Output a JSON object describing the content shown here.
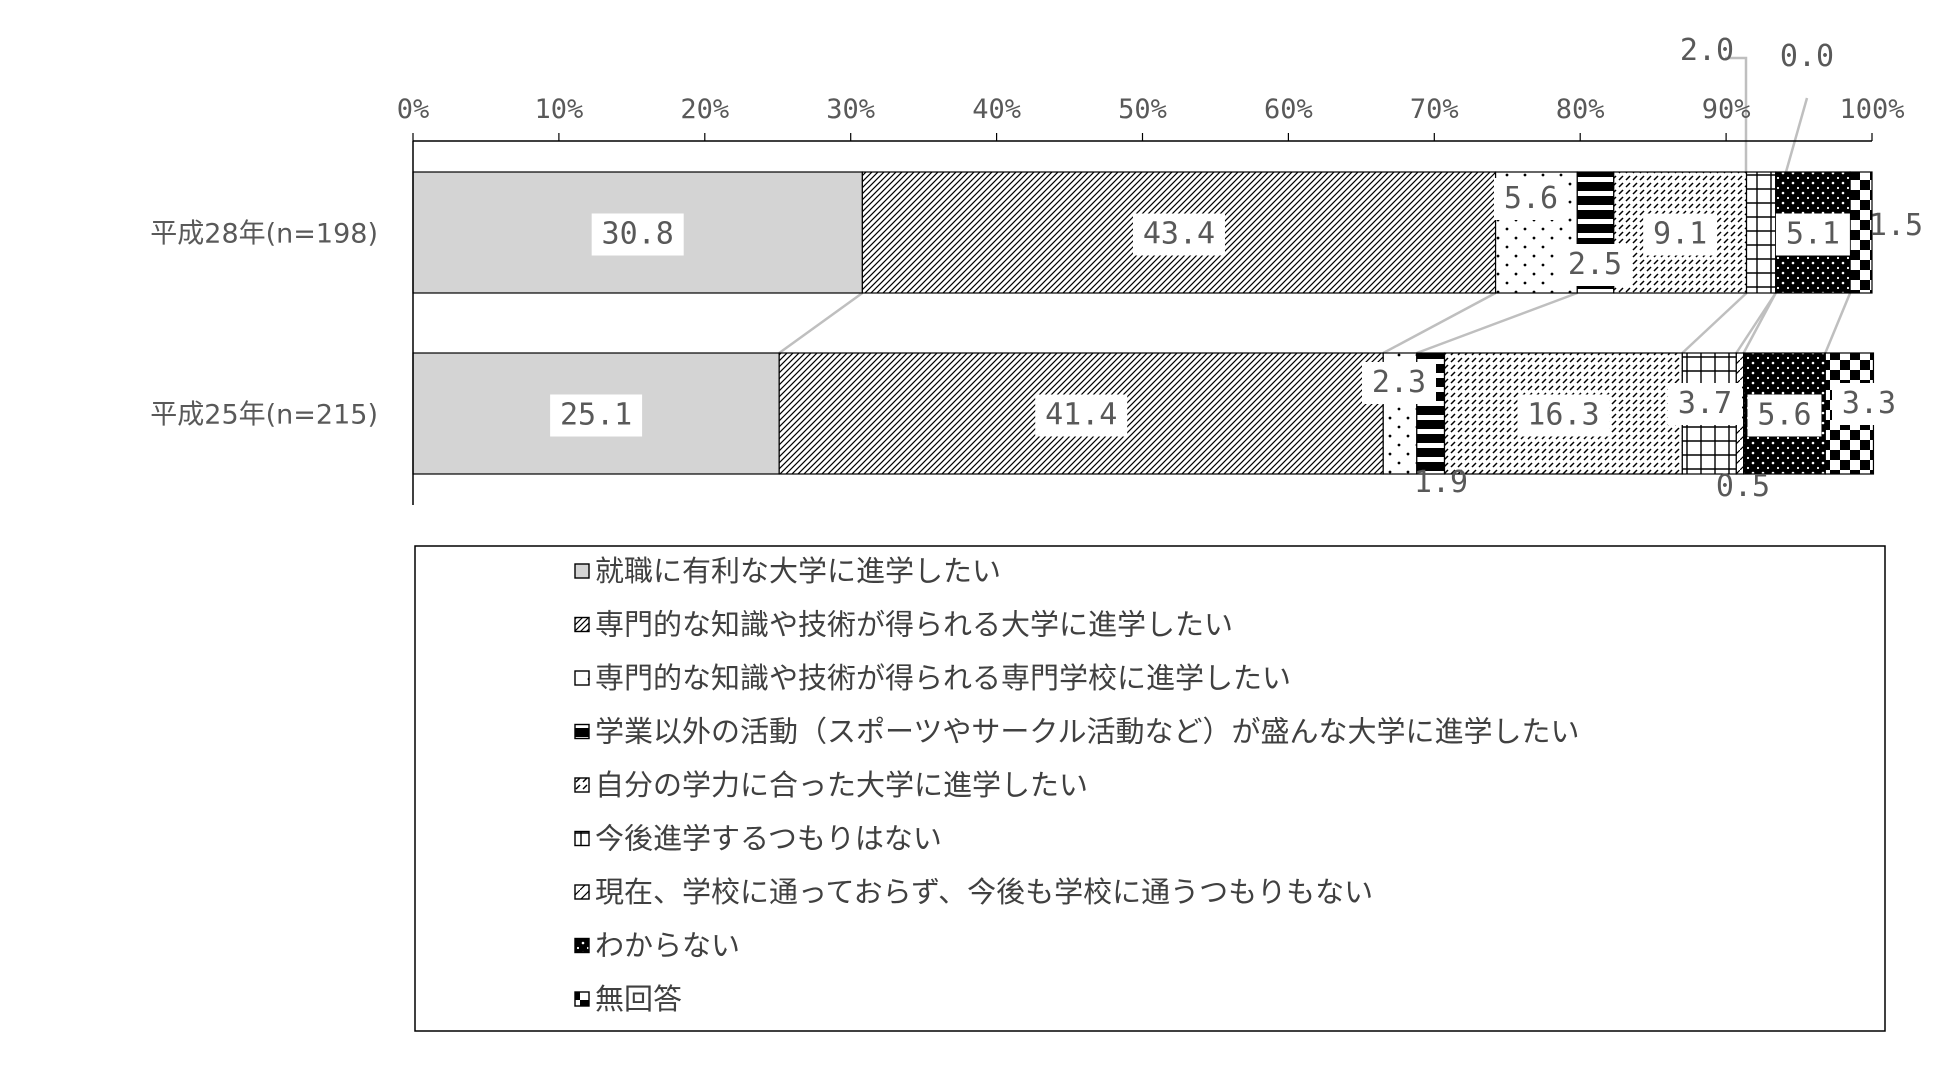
{
  "chart_data": {
    "type": "bar",
    "orientation": "horizontal",
    "stacked": "percent",
    "xlim": [
      0,
      100
    ],
    "ticks": [
      "0%",
      "10%",
      "20%",
      "30%",
      "40%",
      "50%",
      "60%",
      "70%",
      "80%",
      "90%",
      "100%"
    ],
    "categories": [
      "平成28年(n=198)",
      "平成25年(n=215)"
    ],
    "series": [
      {
        "name": "就職に有利な大学に進学したい",
        "values": [
          30.8,
          25.1
        ],
        "labels": [
          "30.8",
          "25.1"
        ],
        "pattern": "solid-gray"
      },
      {
        "name": "専門的な知識や技術が得られる大学に進学したい",
        "values": [
          43.4,
          41.4
        ],
        "labels": [
          "43.4",
          "41.4"
        ],
        "pattern": "diag-dense"
      },
      {
        "name": "専門的な知識や技術が得られる専門学校に進学したい",
        "values": [
          5.6,
          2.3
        ],
        "labels": [
          "5.6",
          "2.3"
        ],
        "pattern": "dots"
      },
      {
        "name": "学業以外の活動（スポーツやサークル活動など）が盛んな大学に進学したい",
        "values": [
          2.5,
          1.9
        ],
        "labels": [
          "2.5",
          "1.9"
        ],
        "pattern": "hstripes"
      },
      {
        "name": "自分の学力に合った大学に進学したい",
        "values": [
          9.1,
          16.3
        ],
        "labels": [
          "9.1",
          "16.3"
        ],
        "pattern": "dashes"
      },
      {
        "name": "今後進学するつもりはない",
        "values": [
          2.0,
          3.7
        ],
        "labels": [
          "2.0",
          "3.7"
        ],
        "pattern": "grid"
      },
      {
        "name": "現在、学校に通っておらず、今後も学校に通うつもりもない",
        "values": [
          0.0,
          0.5
        ],
        "labels": [
          "0.0",
          "0.5"
        ],
        "pattern": "diag-sparse"
      },
      {
        "name": "わからない",
        "values": [
          5.1,
          5.6
        ],
        "labels": [
          "5.1",
          "5.6"
        ],
        "pattern": "black-dots"
      },
      {
        "name": "無回答",
        "values": [
          1.5,
          3.3
        ],
        "labels": [
          "1.5",
          "3.3"
        ],
        "pattern": "checker"
      }
    ]
  },
  "legend": {
    "marker_glyphs": [
      "□",
      "▧",
      "□",
      "▬",
      "▨",
      "□",
      "▨",
      "■",
      "□"
    ]
  },
  "colors": {
    "text": "#595959",
    "series1_fill": "#d4d4d4",
    "pattern_ink": "#000000",
    "leader_line": "#bfbfbf",
    "axis": "#000000"
  }
}
